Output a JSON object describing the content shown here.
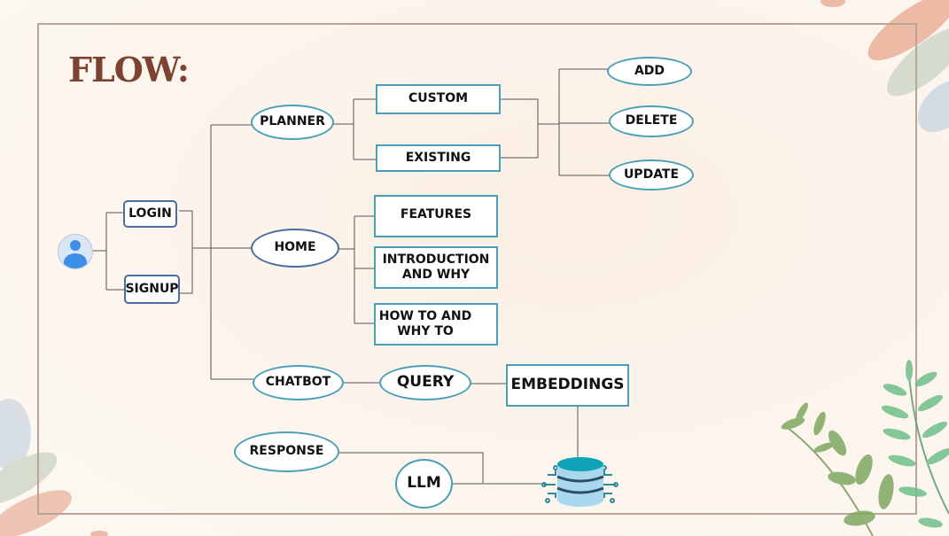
{
  "title": "FLOW:",
  "user": {
    "icon": "user-avatar-icon"
  },
  "auth": {
    "login": "LOGIN",
    "signup": "SIGNUP"
  },
  "main": {
    "planner": "PLANNER",
    "home": "HOME",
    "chatbot": "CHATBOT"
  },
  "planner": {
    "custom": "CUSTOM",
    "existing": "EXISTING",
    "actions": [
      "ADD",
      "DELETE",
      "UPDATE"
    ]
  },
  "home": {
    "items": [
      "FEATURES",
      "INTRODUCTION AND WHY",
      "HOW TO AND WHY TO"
    ]
  },
  "chatbot": {
    "query": "QUERY",
    "embeddings": "EMBEDDINGS",
    "database": "database-icon",
    "llm": "LLM",
    "response": "RESPONSE"
  },
  "colors": {
    "title": "#7c4430",
    "ellipse_border": "#4a9fb8",
    "rounded_border": "#4b6ea0",
    "frame": "#b9a497",
    "connector": "#555555"
  }
}
